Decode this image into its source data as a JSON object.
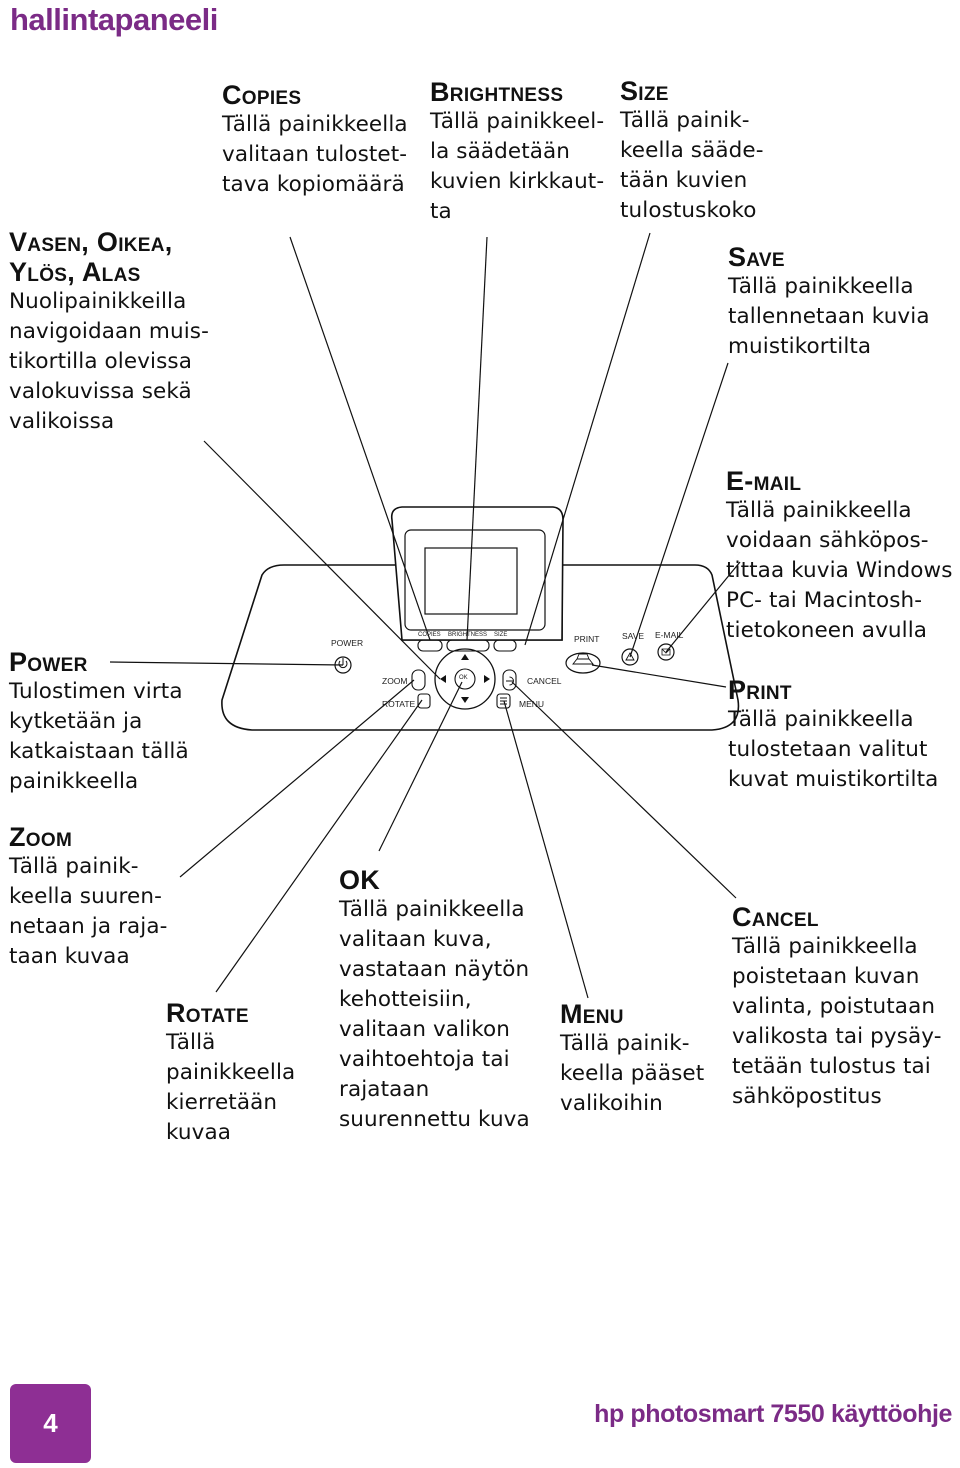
{
  "page": {
    "title": "hallintapaneeli"
  },
  "callouts": {
    "copies": {
      "head": "Copies",
      "body": "Tällä painikkeella\nvalitaan tulostet-\ntava kopiomäärä"
    },
    "brightness": {
      "head": "Brightness",
      "body": "Tällä painikkeel-\nla säädetään\nkuvien kirkkaut-\nta"
    },
    "size": {
      "head": "Size",
      "body": "Tällä painik-\nkeella sääde-\ntään kuvien\ntulostuskoko"
    },
    "arrows": {
      "head": "Vasen, Oikea,\nYlös, Alas",
      "body": "Nuolipainikkeilla\nnavigoidaan muis-\ntikortilla olevissa\nvalokuvissa sekä\nvalikoissa"
    },
    "save": {
      "head": "Save",
      "body": "Tällä painikkeella\ntallennetaan kuvia\nmuistikortilta"
    },
    "email": {
      "head": "E-mail",
      "body": "Tällä painikkeella\nvoidaan sähköpos-\ntittaa kuvia Windows\nPC- tai Macintosh-\ntietokoneen avulla"
    },
    "power": {
      "head": "Power",
      "body": "Tulostimen virta\nkytketään ja\nkatkaistaan tällä\npainikkeella"
    },
    "print": {
      "head": "Print",
      "body": "Tällä painikkeella\ntulostetaan valitut\nkuvat muistikortilta"
    },
    "zoom": {
      "head": "Zoom",
      "body": "Tällä painik-\nkeella suuren-\nnetaan ja raja-\ntaan kuvaa"
    },
    "ok": {
      "head": "OK",
      "body": "Tällä painikkeella\nvalitaan kuva,\nvastataan näytön\nkehotteisiin,\nvalitaan valikon\nvaihtoehtoja tai\nrajataan\nsuurennettu kuva"
    },
    "cancel": {
      "head": "Cancel",
      "body": "Tällä painikkeella\npoistetaan kuvan\nvalinta, poistutaan\nvalikosta tai pysäy-\ntetään tulostus tai\nsähköpostitus"
    },
    "rotate": {
      "head": "Rotate",
      "body": "Tällä\npainikkeella\nkierretään\nkuvaa"
    },
    "menu": {
      "head": "Menu",
      "body": "Tällä painik-\nkeella pääset\nvalikoihin"
    }
  },
  "panel": {
    "power": "POWER",
    "zoom": "ZOOM",
    "rotate": "ROTATE",
    "copies": "COPIES",
    "brightness": "BRIGHTNESS",
    "size": "SIZE",
    "ok": "OK",
    "cancel": "CANCEL",
    "menu": "MENU",
    "print": "PRINT",
    "save": "SAVE",
    "email": "E-MAIL"
  },
  "footer": {
    "page_number": "4",
    "title": "hp photosmart 7550 käyttöohje"
  },
  "colors": {
    "accent": "#8e2f94",
    "heading": "#7b2b86",
    "line": "#111111"
  }
}
